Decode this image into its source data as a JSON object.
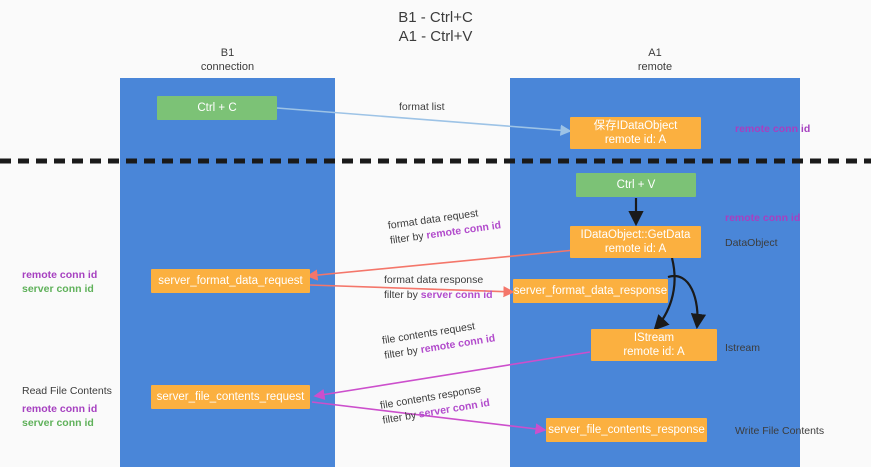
{
  "title": {
    "line1": "B1 - Ctrl+C",
    "line2": "A1 - Ctrl+V"
  },
  "lanes": [
    {
      "id": "b1",
      "name": "B1",
      "role": "connection",
      "color": "#4a86d8"
    },
    {
      "id": "a1",
      "name": "A1",
      "role": "remote",
      "color": "#4a86d8"
    }
  ],
  "nodes": {
    "ctrl_c": "Ctrl + C",
    "ctrl_v": "Ctrl + V",
    "save_idataobject_l1": "保存IDataObject",
    "save_idataobject_l2": "remote id: A",
    "getdata_l1": "IDataObject::GetData",
    "getdata_l2": "remote id: A",
    "istream_l1": "IStream",
    "istream_l2": "remote id: A",
    "server_format_data_request": "server_format_data_request",
    "server_format_data_response": "server_format_data_response",
    "server_file_contents_request": "server_file_contents_request",
    "server_file_contents_response": "server_file_contents_response"
  },
  "edges": {
    "format_list": "format list",
    "format_data_request_l1": "format data request",
    "format_data_request_l2a": "filter by ",
    "format_data_request_l2b": "remote conn id",
    "format_data_response_l1": "format data response",
    "format_data_response_l2a": "filter by ",
    "format_data_response_l2b": "server conn id",
    "file_contents_request_l1": "file contents request",
    "file_contents_request_l2a": "filter by ",
    "file_contents_request_l2b": "remote conn id",
    "file_contents_response_l1": "file contents response",
    "file_contents_response_l2a": "filter by ",
    "file_contents_response_l2b": "server conn id"
  },
  "side_labels": {
    "right_remote_conn_id_top": "remote conn id",
    "right_remote_conn_id_mid": "remote conn id",
    "right_dataobject": "DataObject",
    "right_istream": "Istream",
    "right_write_file_contents": "Write File Contents",
    "left_remote_conn_id_mid": "remote conn id",
    "left_server_conn_id_mid": "server conn id",
    "left_read_file_contents": "Read File Contents",
    "left_remote_conn_id_bottom": "remote conn id",
    "left_server_conn_id_bottom": "server conn id"
  },
  "colors": {
    "lane": "#4a86d8",
    "node_green": "#7cc276",
    "node_orange": "#fbb040",
    "arrow_format_list": "#9dc3e6",
    "arrow_format_data": "#f4766a",
    "arrow_file_contents": "#cc4fcc",
    "arrow_black": "#1a1a1a",
    "divider": "#1a1a1a",
    "highlight_remote": "#a640c0",
    "highlight_server": "#5fb15a"
  }
}
